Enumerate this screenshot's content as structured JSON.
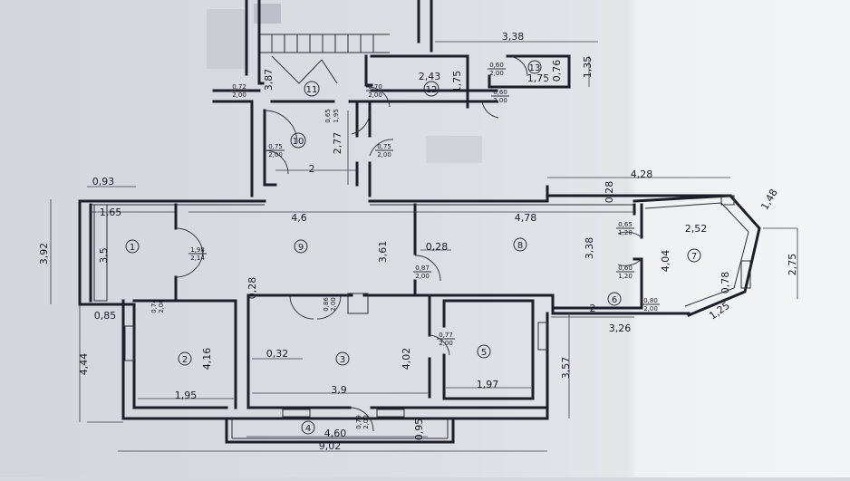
{
  "colors": {
    "paper": "#e2e5ea",
    "paper_right": "#f2f3f5",
    "ink": "#1c1f26"
  },
  "rooms": [
    {
      "id": "1",
      "label": "1",
      "width": "",
      "depth": "3,5"
    },
    {
      "id": "2",
      "label": "2",
      "width": "1,95",
      "depth": "4,16"
    },
    {
      "id": "3",
      "label": "3",
      "width": "3,9",
      "depth": "4,02"
    },
    {
      "id": "4",
      "label": "4",
      "width": "4,60",
      "depth": "0,95"
    },
    {
      "id": "5",
      "label": "5",
      "width": "1,97",
      "depth": ""
    },
    {
      "id": "6",
      "label": "6",
      "width": "2",
      "depth": ""
    },
    {
      "id": "7",
      "label": "7",
      "width": "2,52",
      "depth": "4,04"
    },
    {
      "id": "8",
      "label": "8",
      "width": "4,78",
      "depth": "3,38"
    },
    {
      "id": "9",
      "label": "9",
      "width": "4,6",
      "depth": "3,61"
    },
    {
      "id": "10",
      "label": "10",
      "width": "2",
      "depth": "2,77"
    },
    {
      "id": "11",
      "label": "11",
      "width": "",
      "depth": "3,87"
    },
    {
      "id": "12",
      "label": "12",
      "width": "2,43",
      "depth": "1,75"
    },
    {
      "id": "13",
      "label": "13",
      "width": "1,75",
      "depth": "0,76"
    }
  ],
  "dimensions": {
    "overall_width": "9,02",
    "left_total_upper": "3,92",
    "left_total_lower": "4,44",
    "right_lower": "3,57",
    "top_left": "0,93",
    "top_left_2": "1,65",
    "top_right": "4,28",
    "top_far_right": "3,38",
    "corner_left": "0,85",
    "wall_028_a": "0,28",
    "wall_028_b": "0,28",
    "wall_028_c": "0,28",
    "wall_032": "0,32",
    "right_275": "2,75",
    "bay_148": "1,48",
    "bay_078": "0,78",
    "bay_125": "1,25",
    "right_326": "3,26",
    "top_135": "1,35"
  },
  "openings": [
    {
      "w": "0,72",
      "h": "2,00"
    },
    {
      "w": "0,70",
      "h": "2,00"
    },
    {
      "w": "0,60",
      "h": "2,00"
    },
    {
      "w": "0,60",
      "h": "2,00"
    },
    {
      "w": "0,75",
      "h": "2,00"
    },
    {
      "w": "0,75",
      "h": "2,00"
    },
    {
      "w": "0,65",
      "h": "1,95"
    },
    {
      "w": "1,98",
      "h": "2,14"
    },
    {
      "w": "0,87",
      "h": "2,00"
    },
    {
      "w": "0,77",
      "h": "2,00"
    },
    {
      "w": "0,79",
      "h": "2,00"
    },
    {
      "w": "0,86",
      "h": "2,00"
    },
    {
      "w": "0,74",
      "h": "2,00"
    },
    {
      "w": "0,80",
      "h": "2,00"
    },
    {
      "w": "0,65",
      "h": "1,20"
    },
    {
      "w": "0,60",
      "h": "1,20"
    }
  ]
}
